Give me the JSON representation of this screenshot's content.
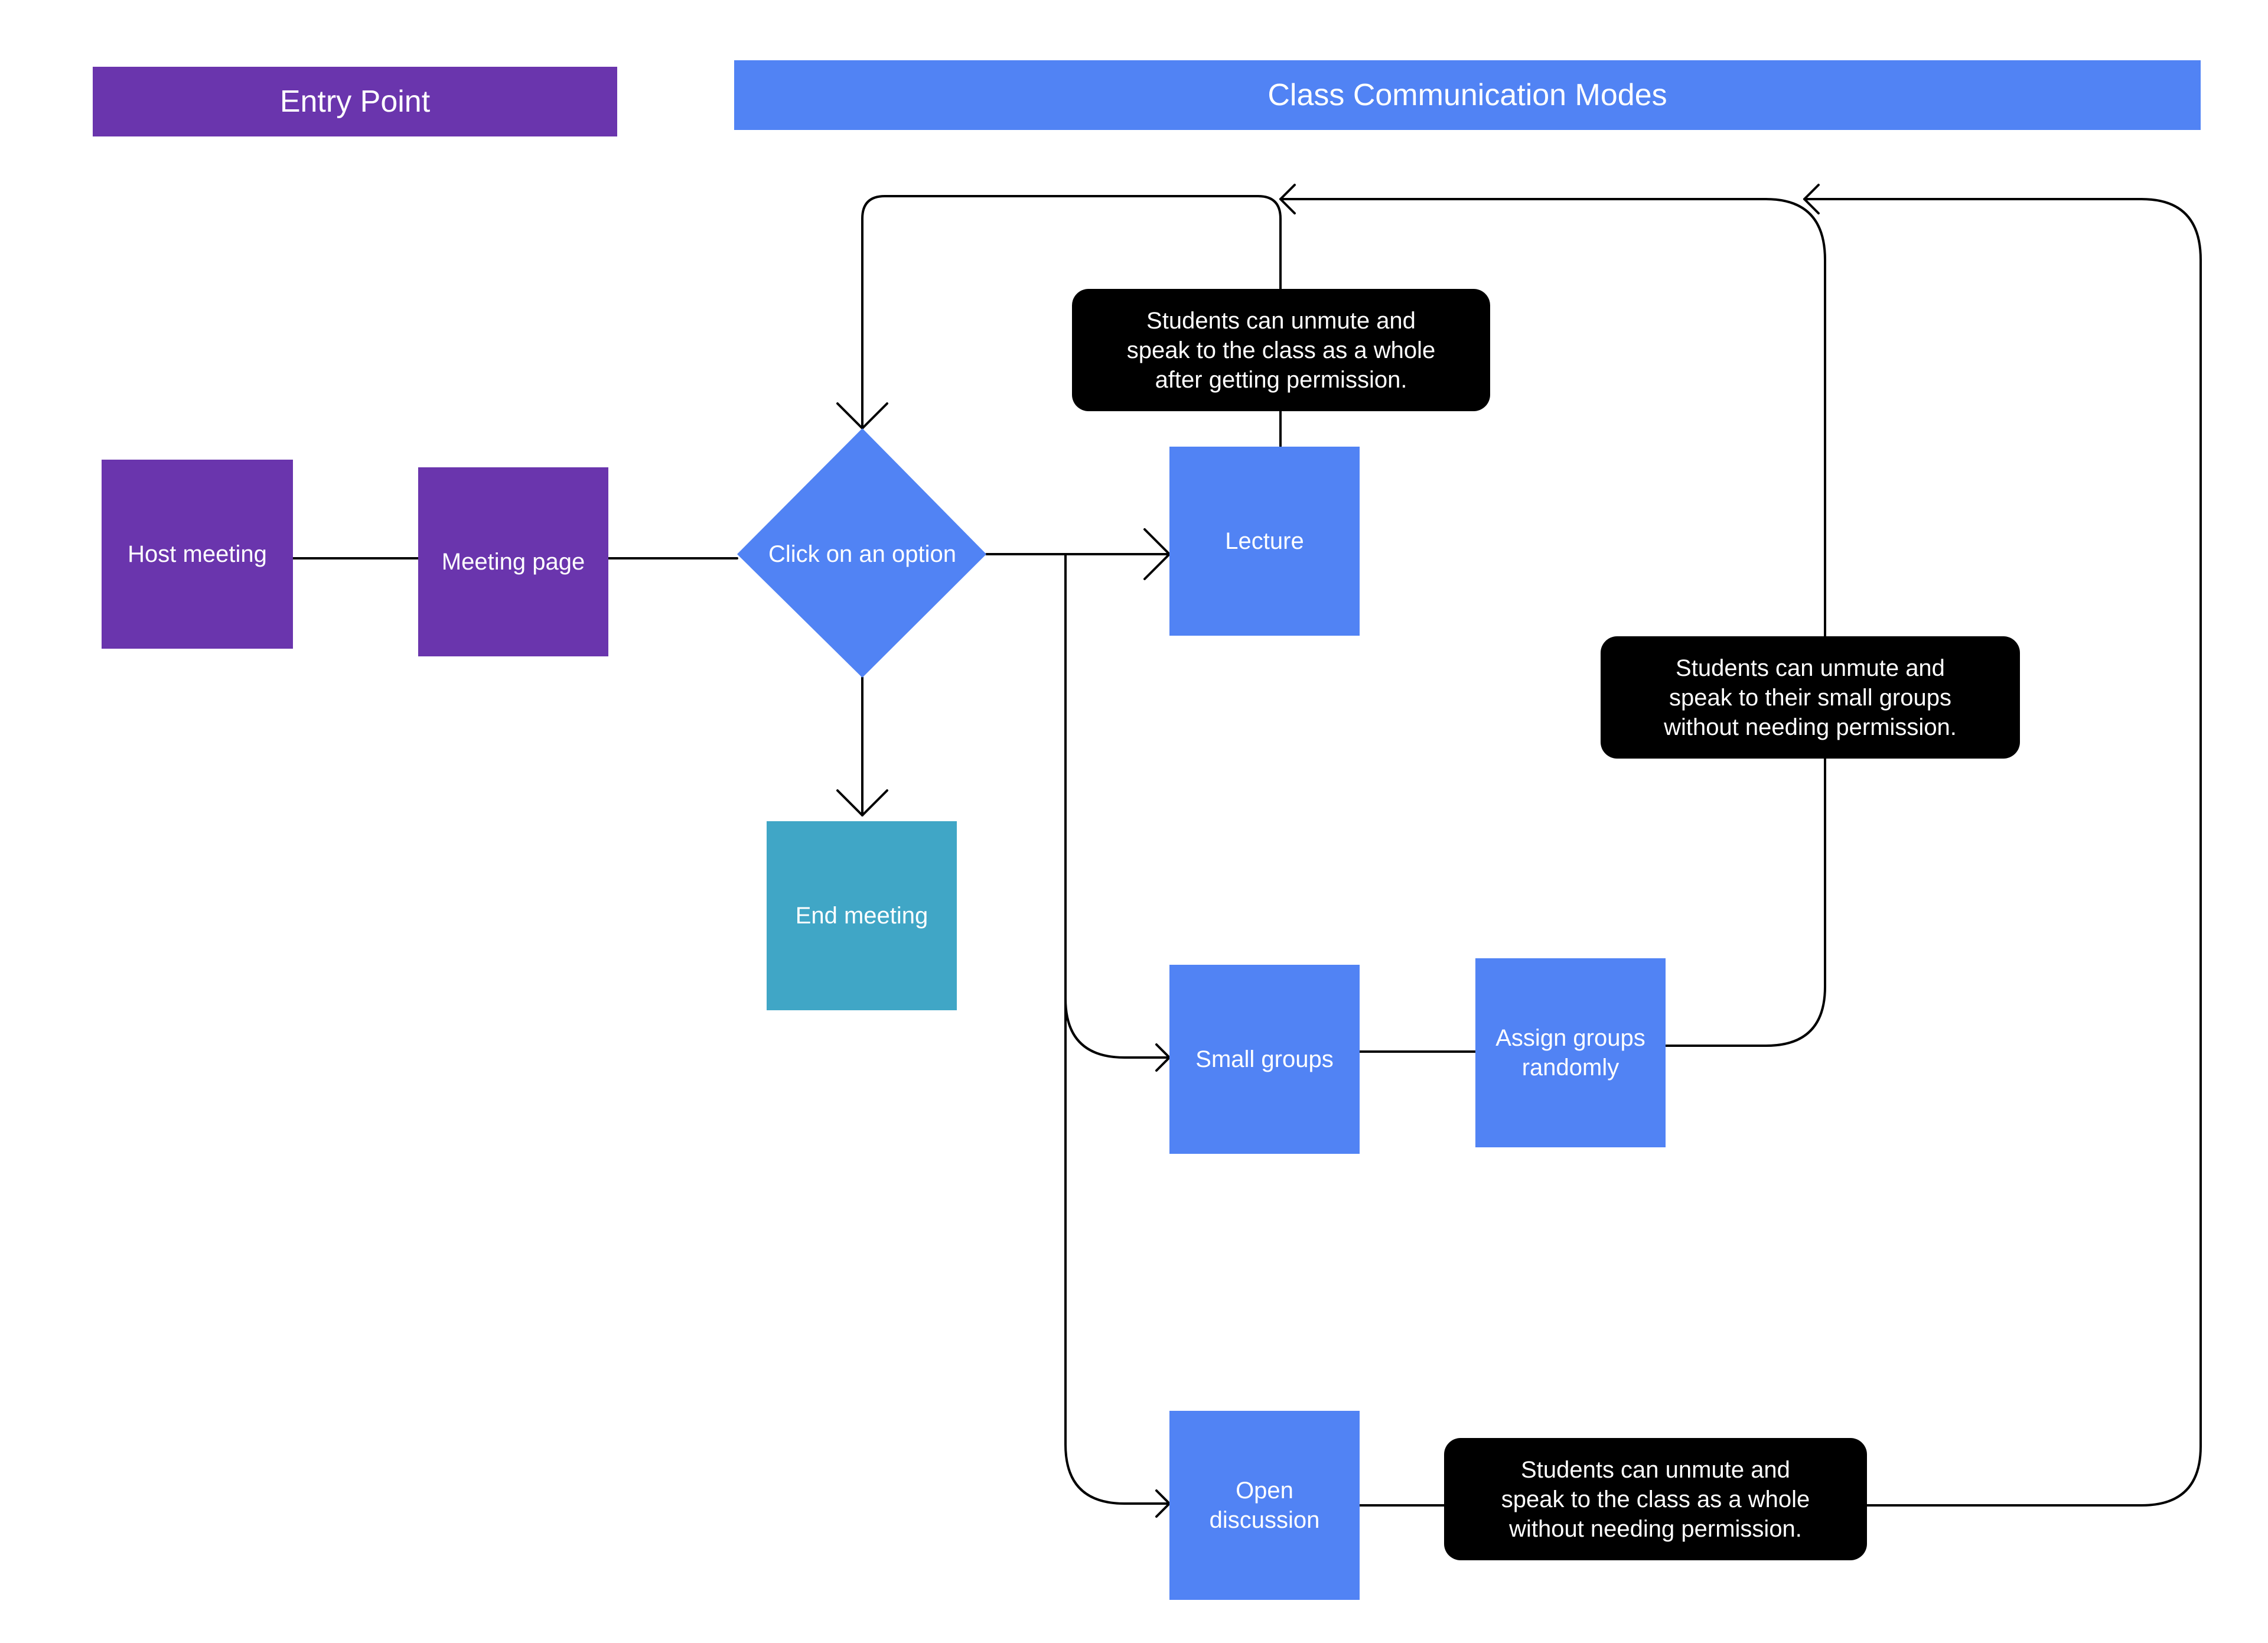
{
  "colors": {
    "entry_purple": "#6a35ad",
    "mode_blue": "#5183f4",
    "end_teal": "#40a6c6",
    "note_black": "#000000",
    "connector": "#000000"
  },
  "headers": {
    "entry_point": "Entry Point",
    "modes": "Class Communication Modes"
  },
  "nodes": {
    "host_meeting": "Host meeting",
    "meeting_page": "Meeting page",
    "decision": "Click on an option",
    "end_meeting": "End meeting",
    "lecture": "Lecture",
    "small_groups": "Small groups",
    "assign_groups": "Assign groups\nrandomly",
    "open_discussion": "Open\ndiscussion"
  },
  "notes": {
    "lecture_note": "Students can unmute and\nspeak to the class as a whole\nafter getting permission.",
    "small_groups_note": "Students can unmute and\nspeak to their small groups\nwithout needing permission.",
    "open_discussion_note": "Students can unmute and\nspeak to the class as a whole\nwithout needing permission."
  }
}
